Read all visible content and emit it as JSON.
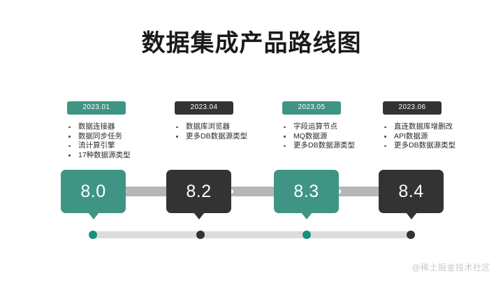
{
  "title": "数据集成产品路线图",
  "theme": {
    "green": "#3f9583",
    "dark": "#333333",
    "connector_gray": "#b6b6b6",
    "track_gray": "#dcdcdc",
    "background": "#ffffff",
    "watermark_gray": "#c9c9c9"
  },
  "milestones": [
    {
      "date": "2023.01",
      "version": "8.0",
      "accent": "green",
      "features": [
        "数据连接器",
        "数据同步任务",
        "流计算引擎",
        "17种数据源类型"
      ]
    },
    {
      "date": "2023.04",
      "version": "8.2",
      "accent": "dark",
      "features": [
        "数据库浏览器",
        "更多DB数据源类型"
      ]
    },
    {
      "date": "2023.05",
      "version": "8.3",
      "accent": "green",
      "features": [
        "字段运算节点",
        "MQ数据源",
        "更多DB数据源类型"
      ]
    },
    {
      "date": "2023.06",
      "version": "8.4",
      "accent": "dark",
      "features": [
        "直连数据库增删改",
        "API数据源",
        "更多DB数据源类型"
      ]
    }
  ],
  "watermark": "@稀土掘金技术社区"
}
